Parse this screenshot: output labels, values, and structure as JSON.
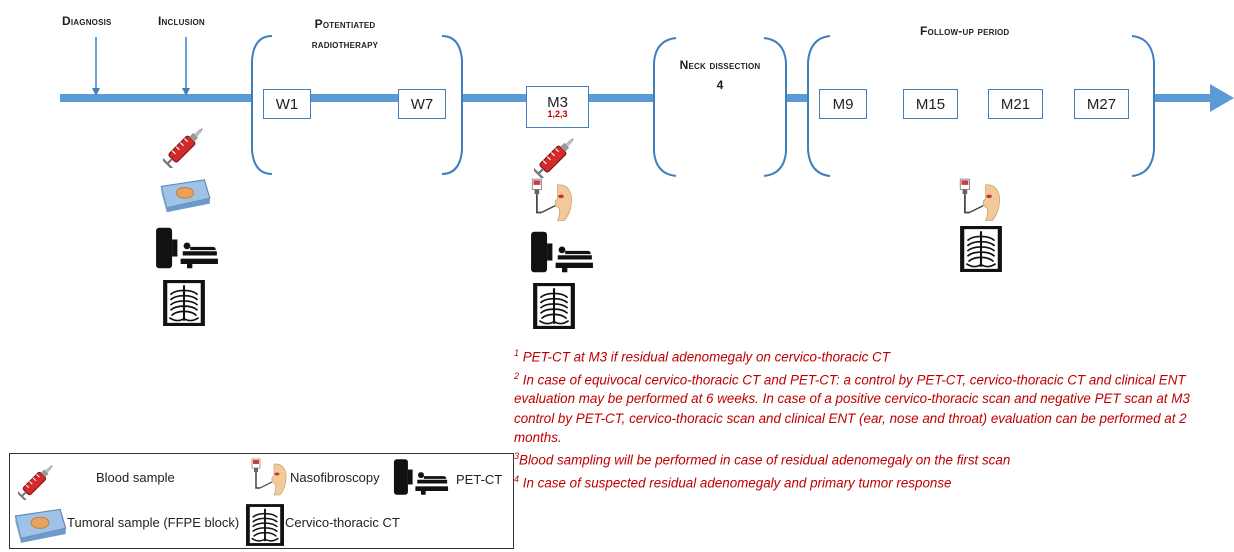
{
  "headers": {
    "diagnosis": "Diagnosis",
    "inclusion": "Inclusion",
    "potentiated_line1": "Potentiated",
    "potentiated_line2": "radiotherapy",
    "neck_line1": "Neck dissection",
    "neck_line2": "4",
    "followup": "Follow-up period"
  },
  "timepoints": {
    "w1": "W1",
    "w7": "W7",
    "m3": "M3",
    "m3_sup": "1,2,3",
    "m9": "M9",
    "m15": "M15",
    "m21": "M21",
    "m27": "M27"
  },
  "notes": [
    {
      "num": "1",
      "text": "PET-CT at M3 if residual adenomegaly on cervico-thoracic CT"
    },
    {
      "num": "2",
      "text": "In case of equivocal cervico-thoracic CT and PET-CT: a control by PET-CT, cervico-thoracic CT and clinical ENT"
    },
    {
      "num": "",
      "text": "evaluation may be performed at 6 weeks. In case of a positive cervico-thoracic scan and negative PET scan at M3"
    },
    {
      "num": "",
      "text": "control by PET-CT, cervico-thoracic scan and clinical ENT (ear, nose and throat) evaluation can be performed at 2"
    },
    {
      "num": "",
      "text": "months."
    },
    {
      "num": "3",
      "text": "Blood sampling will be performed in case of residual adenomegaly on the first scan"
    },
    {
      "num": "4",
      "text": "In case of suspected residual adenomegaly and primary tumor response"
    }
  ],
  "legend": {
    "blood": "Blood sample",
    "naso": "Nasofibroscopy",
    "petct": "PET-CT",
    "tumoral": "Tumoral sample (FFPE block)",
    "cervico": "Cervico-thoracic CT"
  },
  "icons": {
    "blood": "syringe-icon",
    "tumoral": "tissue-block-icon",
    "petct": "pet-scanner-icon",
    "cervico": "chest-xray-icon",
    "naso": "nasofibroscope-icon"
  },
  "colors": {
    "timeline": "#5b9bd5",
    "box_border": "#3f7fc0",
    "notes": "#c00000"
  }
}
